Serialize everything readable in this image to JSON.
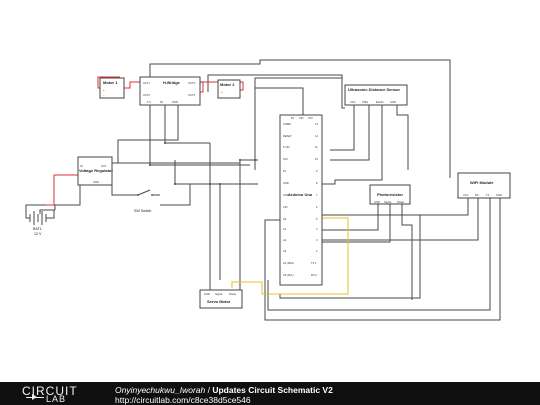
{
  "components": {
    "motor1": {
      "label": "Motor 1"
    },
    "motor2": {
      "label": "Motor 2"
    },
    "hbridge": {
      "label": "H-Bridge",
      "pins": [
        "OUT1",
        "OUT2",
        "OUT3",
        "OUT4",
        "5 V",
        "5V",
        "GND"
      ]
    },
    "ultrasonic": {
      "label": "Ultrasonic Distance Sensor",
      "pins": [
        "VCC",
        "TRIG",
        "ECHO",
        "GND"
      ]
    },
    "arduino": {
      "label": "Arduino Uno",
      "top_pins": [
        "5V",
        "VIN",
        "3V3"
      ],
      "left_pins": [
        "IOREF",
        "RESET",
        "5 VIN",
        "3V3",
        "5V",
        "GND",
        "GND",
        "VIN",
        "A0",
        "A1",
        "A2",
        "A3",
        "A4 (SDA)",
        "A5 (SCL)"
      ],
      "right_pins": [
        "13",
        "12",
        "11",
        "10",
        "9",
        "8",
        "7",
        "6",
        "5",
        "4",
        "3",
        "2",
        "TX 1",
        "RX 0"
      ]
    },
    "regulator": {
      "label": "Voltage Regulator",
      "pins": [
        "IN",
        "OUT",
        "GND"
      ]
    },
    "battery": {
      "label": "BAT1",
      "value": "12 V"
    },
    "switch": {
      "label": "SW Switch"
    },
    "photoresistor": {
      "label": "Photoresistor",
      "pins": [
        "GND",
        "Signal",
        "Power"
      ]
    },
    "wifi": {
      "label": "WiFi Module",
      "pins": [
        "VCC",
        "RX",
        "TX",
        "GND"
      ]
    },
    "servo": {
      "label": "Servo Motor",
      "pins": [
        "GND",
        "Signal",
        "Power"
      ]
    }
  },
  "footer": {
    "logo_line1": "CIRCUIT",
    "logo_line2": "LAB",
    "author": "Onyinyechukwu_Iworah",
    "separator": " / ",
    "title": "Updates Circuit Schematic V2",
    "url": "http://circuitlab.com/c8ce38d5ce546"
  }
}
